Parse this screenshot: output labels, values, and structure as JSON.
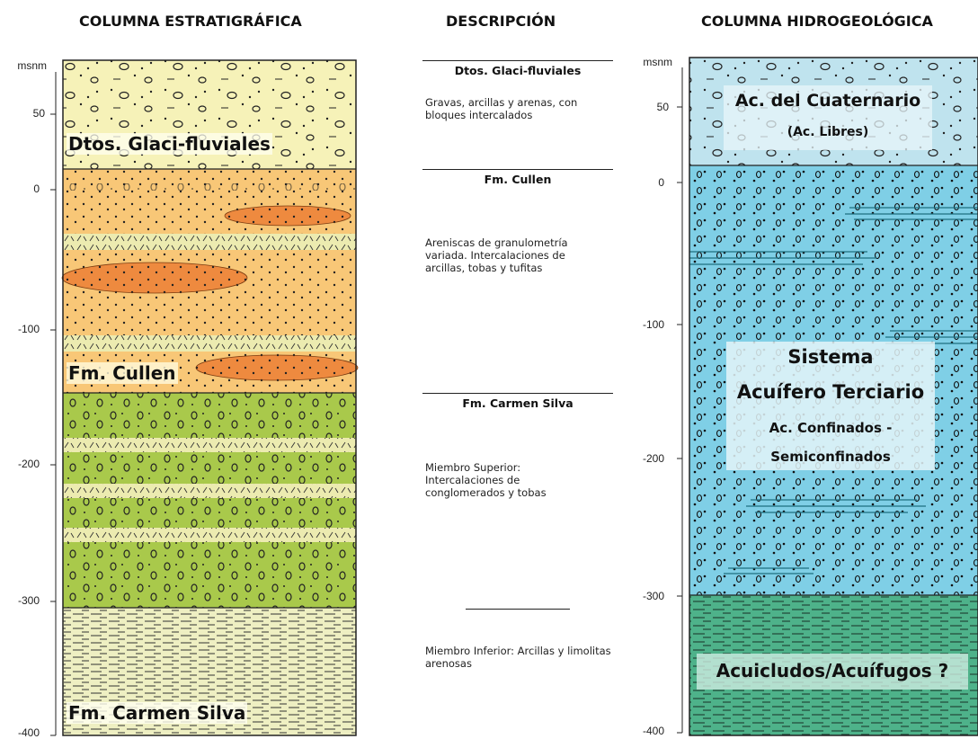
{
  "headers": {
    "stratigraphic": "COLUMNA ESTRATIGRÁFICA",
    "description": "DESCRIPCIÓN",
    "hydrogeologic": "COLUMNA HIDROGEOLÓGICA"
  },
  "left_axis": {
    "unit": "msnm",
    "ticks": [
      "50",
      "0",
      "-100",
      "-200",
      "-300",
      "-400"
    ]
  },
  "right_axis": {
    "unit": "msnm",
    "ticks": [
      "50",
      "0",
      "-100",
      "-200",
      "-300",
      "-400"
    ]
  },
  "strat_labels": {
    "glaci": "Dtos. Glaci-fluviales",
    "cullen": "Fm. Cullen",
    "carmen": "Fm. Carmen Silva"
  },
  "descriptions": [
    {
      "title": "Dtos. Glaci-fluviales",
      "text": "Gravas, arcillas y arenas, con bloques intercalados"
    },
    {
      "title": "Fm. Cullen",
      "text": "Areniscas de granulometría variada. Intercalaciones de arcillas, tobas y tufitas"
    },
    {
      "title": "Fm. Carmen Silva",
      "text": "Miembro Superior: Intercalaciones de conglomerados y tobas"
    },
    {
      "title": "",
      "text": "Miembro Inferior: Arcillas y limolitas arenosas"
    }
  ],
  "hydro_labels": {
    "cuaternario": "Ac. del Cuaternario",
    "libres": "(Ac. Libres)",
    "sistema": "Sistema",
    "terciario": "Acuífero Terciario",
    "confinados": "Ac. Confinados -",
    "semiconfinados": "Semiconfinados",
    "acuicludos": "Acuicludos/Acuífugos ?"
  },
  "colors": {
    "glaci_fill": "#f6f2b8",
    "cullen_fill": "#f8c777",
    "toba_fill": "#ecebb0",
    "lens_fill": "#ee8a3f",
    "carmen_sup_fill": "#a9c94b",
    "carmen_inf_fill": "#eeefc2",
    "cuaternario_fill": "#bfe3ee",
    "terciario_fill": "#7fcfe6",
    "acuicludo_fill": "#4eb28a"
  }
}
